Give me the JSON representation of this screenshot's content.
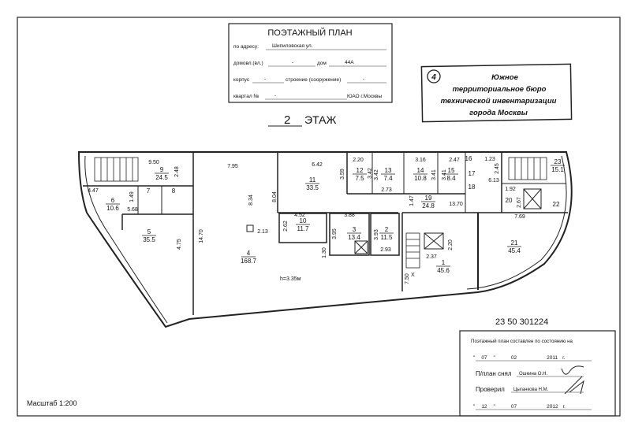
{
  "title_block": {
    "heading": "ПОЭТАЖНЫЙ ПЛАН",
    "address_label": "по адресу:",
    "address_value": "Шипиловская ул.",
    "domovl_label": "домовл.(вл.)",
    "domovl_value": "-",
    "dom_label": "дом",
    "dom_value": "44А",
    "korpus_label": "корпус",
    "korpus_value": "-",
    "stroenie_label": "строение (сооружение)",
    "stroenie_value": "-",
    "kvartal_label": "квартал №",
    "kvartal_value": "-",
    "district": "ЮАО г.Москвы"
  },
  "stamp": {
    "number": "4",
    "lines": [
      "Южное",
      "территориальное бюро",
      "технической инвентаризации",
      "города Москвы"
    ]
  },
  "floor": {
    "number": "2",
    "label": "ЭТАЖ"
  },
  "plan": {
    "rooms": [
      {
        "no": "1",
        "area": "45.6"
      },
      {
        "no": "2",
        "area": "11.5"
      },
      {
        "no": "3",
        "area": "13.4"
      },
      {
        "no": "4",
        "area": "168.7"
      },
      {
        "no": "5",
        "area": "35.5"
      },
      {
        "no": "6",
        "area": "10.6"
      },
      {
        "no": "7",
        "area": ""
      },
      {
        "no": "8",
        "area": ""
      },
      {
        "no": "9",
        "area": "24.5"
      },
      {
        "no": "10",
        "area": "11.7"
      },
      {
        "no": "11",
        "area": "33.5"
      },
      {
        "no": "12",
        "area": "7.5"
      },
      {
        "no": "13",
        "area": "7.4"
      },
      {
        "no": "14",
        "area": "10.8"
      },
      {
        "no": "15",
        "area": "8.4"
      },
      {
        "no": "16",
        "area": ""
      },
      {
        "no": "17",
        "area": ""
      },
      {
        "no": "18",
        "area": ""
      },
      {
        "no": "19",
        "area": "24.8"
      },
      {
        "no": "20",
        "area": ""
      },
      {
        "no": "21",
        "area": "45.4"
      },
      {
        "no": "22",
        "area": ""
      },
      {
        "no": "23",
        "area": "15.1"
      }
    ],
    "dimensions": [
      "9.50",
      "2.48",
      "4.47",
      "1.49",
      "5.68",
      "4.75",
      "14.70",
      "7.95",
      "8.34",
      "2.13",
      "8.04",
      "6.42",
      "3.59",
      "2.20",
      "3.42",
      "3.42",
      "2.73",
      "3.16",
      "3.41",
      "3.41",
      "2.47",
      "1.47",
      "13.70",
      "4.52",
      "2.62",
      "3.88",
      "3.95",
      "3.93",
      "1.30",
      "2.93",
      "2.20",
      "2.37",
      "7.50",
      "1.23",
      "2.45",
      "6.13",
      "1.92",
      "2.67",
      "7.69"
    ],
    "height_note": "h=3.35м",
    "marker": "X"
  },
  "inventory_number": "23 50 301224",
  "status_block": {
    "heading": "Поэтажный план составлен по состоянию на",
    "date1": {
      "day": "07",
      "month": "02",
      "year": "2011",
      "suffix": "г."
    },
    "surveyed_label": "П/план снял",
    "surveyed_by": "Ошкина О.Н.",
    "checked_label": "Проверил",
    "checked_by": "Цыганкова Н.М.",
    "date2": {
      "day": "12",
      "month": "07",
      "year": "2012",
      "suffix": "г."
    }
  },
  "scale": "Масштаб 1:200"
}
